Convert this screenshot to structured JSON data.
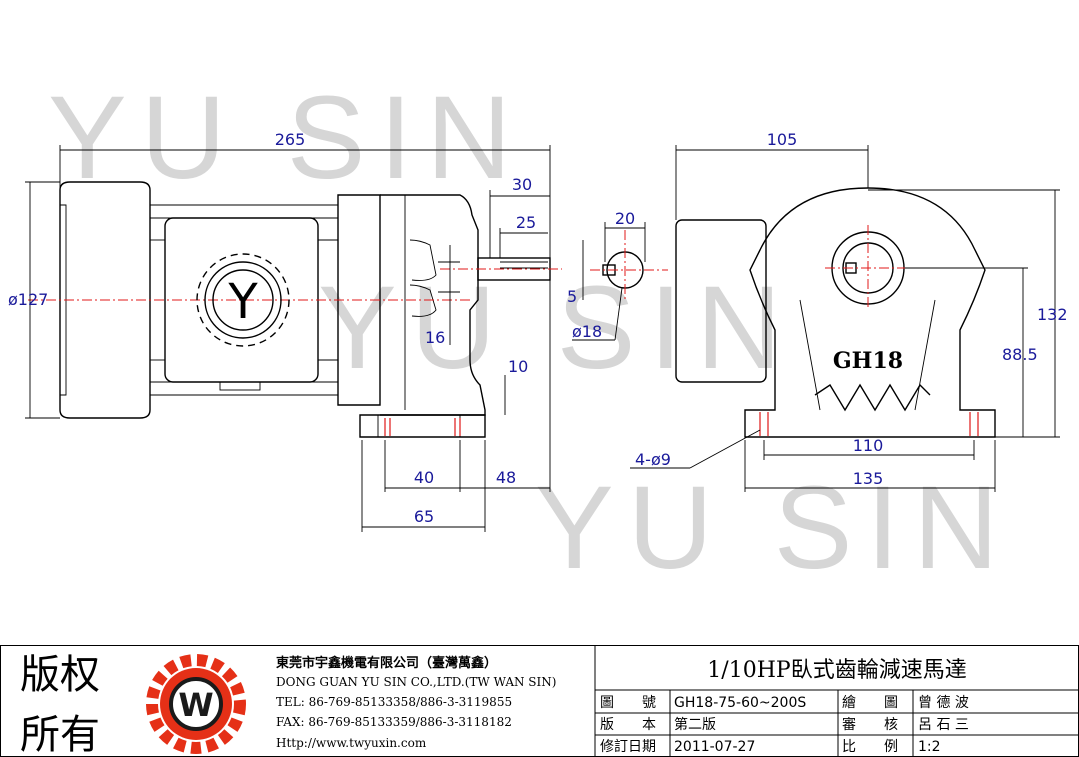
{
  "watermark": [
    "YU SIN",
    "YU SIN",
    "YU SIN"
  ],
  "dimensions": {
    "overall_length": "265",
    "motor_diameter": "ø127",
    "shaft_length": "30",
    "key_length": "25",
    "shaft_height": "16",
    "foot_thickness": "10",
    "foot_a": "40",
    "foot_b": "48",
    "foot_c": "65",
    "key_width": "20",
    "key_height": "5",
    "shaft_diameter": "ø18",
    "front_depth": "105",
    "overall_height": "132",
    "center_height": "88.5",
    "hole_spacing": "110",
    "base_width": "135",
    "mount_holes": "4-ø9"
  },
  "housing_label": "GH18",
  "logo_letter": "Y",
  "title_block": {
    "rights": [
      "版权",
      "所有"
    ],
    "company_cn": "東莞市宇鑫機電有限公司（臺灣萬鑫）",
    "company_en": "DONG GUAN YU SIN CO.,LTD.(TW WAN SIN)",
    "tel": "TEL: 86-769-85133358/886-3-3119855",
    "fax": "FAX: 86-769-85133359/886-3-3118182",
    "http": "Http://www.twyuxin.com",
    "drawing_title": "1/10HP臥式齒輪減速馬達",
    "fields": [
      {
        "label": "圖　　號",
        "value": "GH18-75-60~200S",
        "label2": "繪　　圖",
        "value2": "曾 德 波"
      },
      {
        "label": "版　　本",
        "value": "第二版",
        "label2": "審　　核",
        "value2": "呂 石 三"
      },
      {
        "label": "修訂日期",
        "value": "2011-07-27",
        "label2": "比　　例",
        "value2": "1:2"
      }
    ]
  },
  "colors": {
    "dimension": "#1a1a9a",
    "centerline": "#e01818",
    "logo": "#e53017"
  }
}
